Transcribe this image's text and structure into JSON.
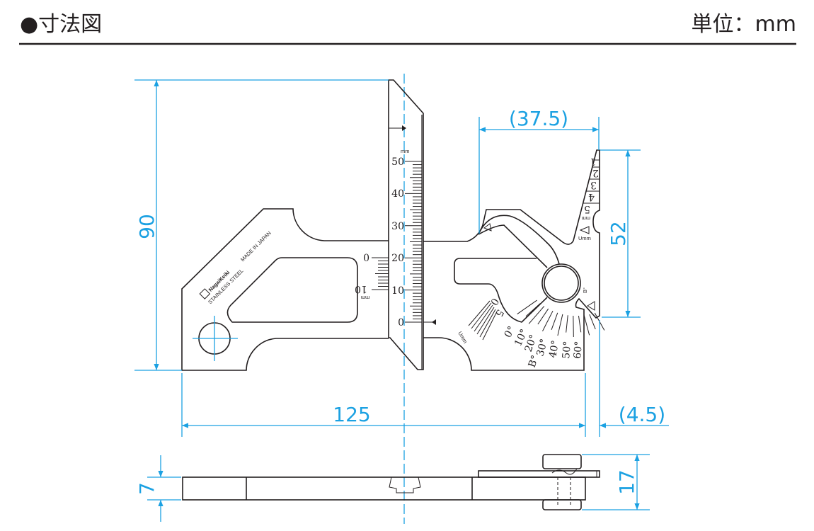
{
  "header": {
    "title": "●寸法図",
    "unit": "単位：mm"
  },
  "colors": {
    "dimension": "#1ba1e2",
    "outline": "#231f20"
  },
  "dimensions": {
    "height": "90",
    "width": "125",
    "offset_right": "(4.5)",
    "gauge_width": "(37.5)",
    "gauge_height": "52",
    "thickness": "7",
    "total_thickness": "17"
  },
  "markings": {
    "brand": "NagaiKeiki",
    "material": "STAINLESS STEEL",
    "origin": "MADE IN JAPAN",
    "unit_mm": "mm",
    "umm": "Umm",
    "b_deg": "B°"
  },
  "main_scale": [
    "0",
    "10",
    "20",
    "30",
    "40",
    "50"
  ],
  "sub_scale": [
    "0",
    "10"
  ],
  "gap_scale": [
    "1",
    "2",
    "3",
    "4",
    "5"
  ],
  "undercut_scale": [
    "0",
    "5"
  ],
  "angle_scale": [
    "0°",
    "10°",
    "20°",
    "30°",
    "40°",
    "50°",
    "60°"
  ]
}
